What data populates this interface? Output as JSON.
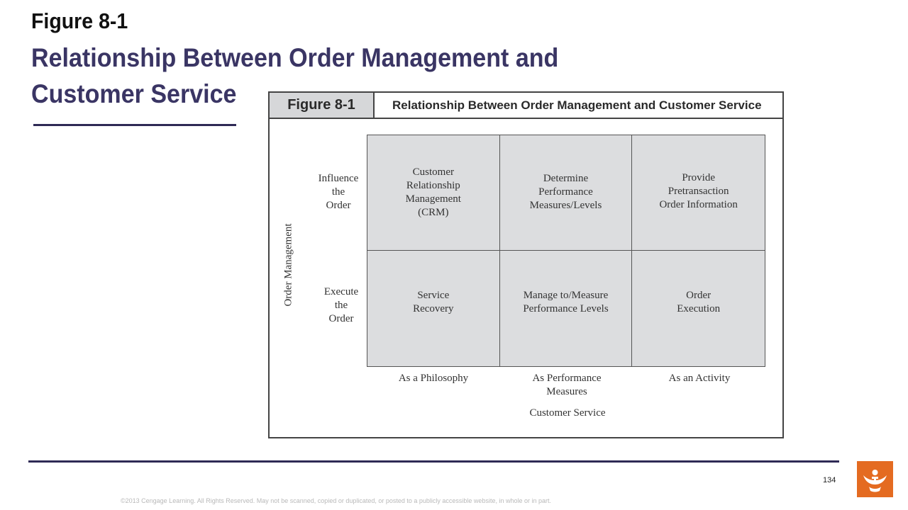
{
  "slide": {
    "figure_label": "Figure 8-1",
    "title": "Relationship Between Order  Management and Customer Service"
  },
  "figure": {
    "header_label": "Figure 8-1",
    "header_title": "Relationship Between Order Management and Customer Service",
    "y_axis_label": "Order Management",
    "x_axis_label": "Customer Service",
    "rows": [
      {
        "label": "Influence\nthe\nOrder"
      },
      {
        "label": "Execute\nthe\nOrder"
      }
    ],
    "columns": [
      {
        "label": "As a Philosophy"
      },
      {
        "label": "As Performance\nMeasures"
      },
      {
        "label": "As an Activity"
      }
    ],
    "cells": [
      [
        "Customer\nRelationship\nManagement\n(CRM)",
        "Determine\nPerformance\nMeasures/Levels",
        "Provide\nPretransaction\nOrder Information"
      ],
      [
        "Service\nRecovery",
        "Manage to/Measure\nPerformance Levels",
        "Order\nExecution"
      ]
    ]
  },
  "footer": {
    "page_number": "134",
    "copyright": "©2013 Cengage Learning. All Rights Reserved. May not be scanned, copied or duplicated, or posted to a publicly accessible website, in whole or in part."
  },
  "colors": {
    "title": "#3a3564",
    "rule": "#2f2a55",
    "cell_fill": "#dcdddf",
    "logo": "#e46b21"
  },
  "icons": {
    "logo": "cengage-logo-icon"
  }
}
